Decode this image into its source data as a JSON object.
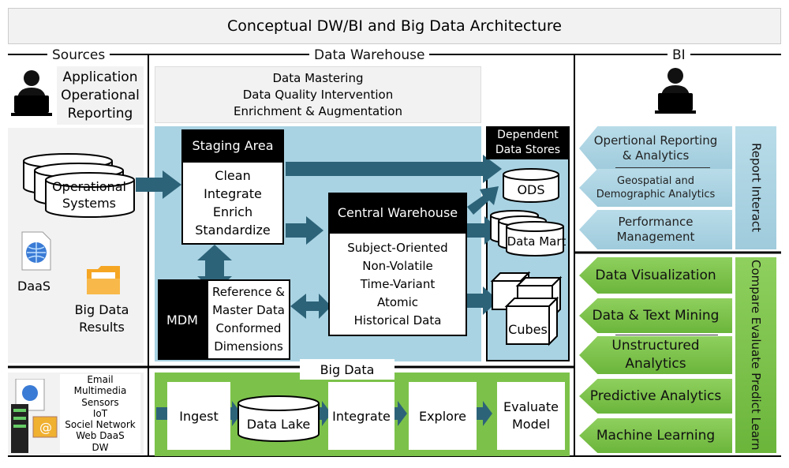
{
  "title": "Conceptual DW/BI and Big Data Architecture",
  "sections": {
    "sources": "Sources",
    "data_warehouse": "Data Warehouse",
    "bi": "BI",
    "big_data": "Big Data"
  },
  "sources": {
    "app_reporting": [
      "Application",
      "Operational",
      "Reporting"
    ],
    "operational_systems": [
      "Operational",
      "Systems"
    ],
    "daas": "DaaS",
    "big_data_results": [
      "Big Data",
      "Results"
    ],
    "big_data_sources": [
      "Email",
      "Multimedia",
      "Sensors",
      "IoT",
      "Sociel Network",
      "Web DaaS",
      "DW"
    ]
  },
  "dw": {
    "mastering": [
      "Data Mastering",
      "Data Quality Intervention",
      "Enrichment & Augmentation"
    ],
    "staging": {
      "title": "Staging Area",
      "items": [
        "Clean",
        "Integrate",
        "Enrich",
        "Standardize"
      ]
    },
    "mdm": {
      "title": "MDM",
      "items": [
        "Reference &",
        "Master Data",
        "Conformed",
        "Dimensions"
      ]
    },
    "central": {
      "title": "Central Warehouse",
      "items": [
        "Subject-Oriented",
        "Non-Volatile",
        "Time-Variant",
        "Atomic",
        "Historical Data"
      ]
    },
    "dependent": {
      "title": [
        "Dependent",
        "Data Stores"
      ],
      "ods": "ODS",
      "data_mart": "Data Mart",
      "cubes": "Cubes"
    }
  },
  "big_data": {
    "ingest": "Ingest",
    "data_lake": "Data Lake",
    "integrate": "Integrate",
    "explore": "Explore",
    "evaluate_model": [
      "Evaluate",
      "Model"
    ]
  },
  "bi": {
    "report_group": {
      "items": [
        [
          "Opertional Reporting",
          "& Analytics"
        ],
        [
          "Geospatial and",
          "Demographic Analytics"
        ],
        [
          "Performance",
          "Management"
        ]
      ],
      "side": "Report  Interact"
    },
    "analytics_group": {
      "items": [
        "Data Visualization",
        "Data & Text Mining",
        [
          "Unstructured",
          "Analytics"
        ],
        "Predictive Analytics",
        "Machine Learning"
      ],
      "side": "Compare  Evaluate  Predict  Learn"
    }
  },
  "colors": {
    "blue": "#a9d3e3",
    "arrow": "#2d6379",
    "green": "#7cc24a",
    "black": "#000000"
  }
}
